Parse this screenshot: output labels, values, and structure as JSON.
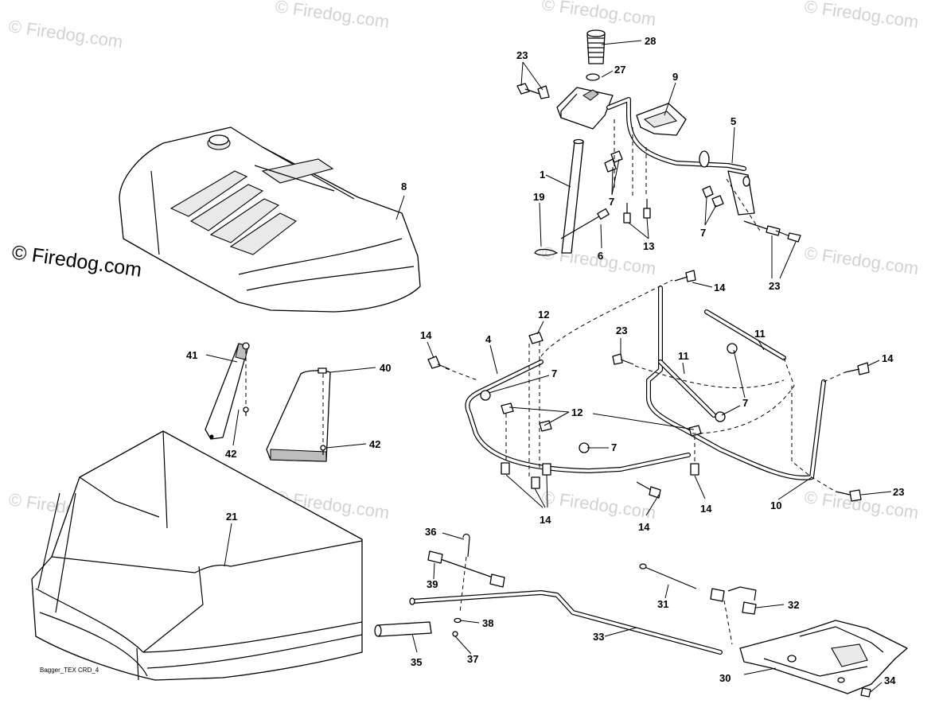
{
  "watermark": "© Firedog.com",
  "footer_code": "Bagger_TEX CRD_4",
  "callouts": {
    "c28": "28",
    "c27": "27",
    "c23a": "23",
    "c9": "9",
    "c5": "5",
    "c8": "8",
    "c1": "1",
    "c19": "19",
    "c6": "6",
    "c7a": "7",
    "c13": "13",
    "c7b": "7",
    "c23b": "23",
    "c14a": "14",
    "c12a": "12",
    "c14b": "14",
    "c4": "4",
    "c7c": "7",
    "c23c": "23",
    "c11a": "11",
    "c11b": "11",
    "c7d": "7",
    "c14c": "14",
    "c12b": "12",
    "c7e": "7",
    "c14d": "14",
    "c14e": "14",
    "c14f": "14",
    "c10": "10",
    "c23d": "23",
    "c41": "41",
    "c40": "40",
    "c42a": "42",
    "c42b": "42",
    "c21": "21",
    "c36": "36",
    "c39": "39",
    "c38": "38",
    "c35": "35",
    "c37": "37",
    "c33": "33",
    "c31": "31",
    "c32": "32",
    "c30": "30",
    "c34": "34"
  }
}
